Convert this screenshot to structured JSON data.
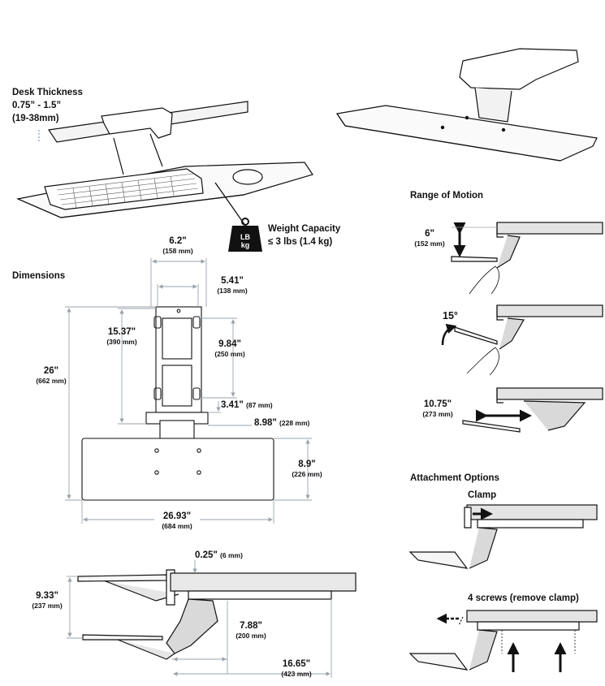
{
  "desk": {
    "title": "Desk Thickness",
    "range_in": "0.75” - 1.5”",
    "range_mm": "(19-38mm)"
  },
  "weight": {
    "badge_lb": "LB",
    "badge_kg": "kg",
    "title": "Weight Capacity",
    "value": "≤ 3 lbs (1.4 kg)"
  },
  "dimensions": {
    "title": "Dimensions",
    "d_6_2": {
      "in": "6.2\"",
      "mm": "(158 mm)"
    },
    "d_5_41": {
      "in": "5.41\"",
      "mm": "(138 mm)"
    },
    "d_15_37": {
      "in": "15.37\"",
      "mm": "(390 mm)"
    },
    "d_9_84": {
      "in": "9.84\"",
      "mm": "(250 mm)"
    },
    "d_26": {
      "in": "26\"",
      "mm": "(662 mm)"
    },
    "d_3_41": {
      "in": "3.41\"",
      "mm": "(87 mm)"
    },
    "d_8_98": {
      "in": "8.98\"",
      "mm": "(228 mm)"
    },
    "d_8_9": {
      "in": "8.9\"",
      "mm": "(226 mm)"
    },
    "d_26_93": {
      "in": "26.93\"",
      "mm": "(684 mm)"
    },
    "d_0_25": {
      "in": "0.25\"",
      "mm": "(6 mm)"
    },
    "d_9_33": {
      "in": "9.33\"",
      "mm": "(237 mm)"
    },
    "d_7_88": {
      "in": "7.88\"",
      "mm": "(200 mm)"
    },
    "d_16_65": {
      "in": "16.65\"",
      "mm": "(423 mm)"
    }
  },
  "motion": {
    "title": "Range of Motion",
    "height": {
      "in": "6\"",
      "mm": "(152 mm)"
    },
    "tilt": "15°",
    "slide": {
      "in": "10.75\"",
      "mm": "(273 mm)"
    }
  },
  "attachment": {
    "title": "Attachment Options",
    "clamp": "Clamp",
    "screws": "4 screws (remove clamp)"
  }
}
